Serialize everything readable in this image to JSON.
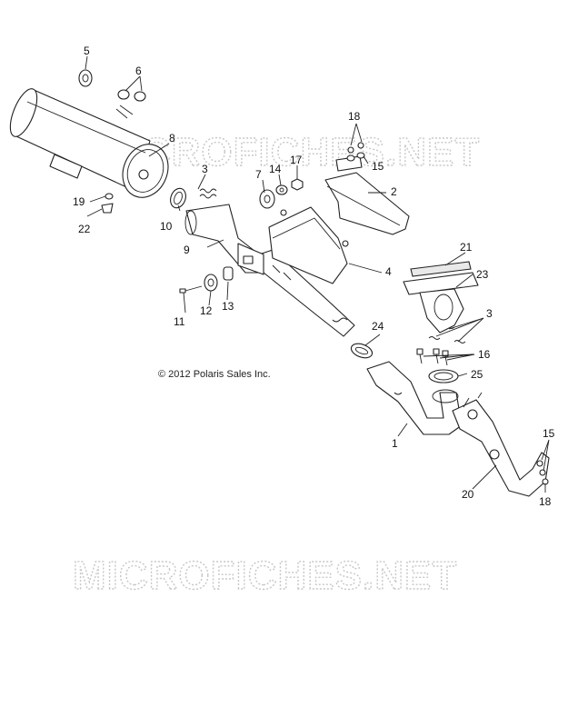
{
  "watermark": {
    "text": "MICROFICHES.NET"
  },
  "copyright": "© 2012 Polaris Sales Inc.",
  "callouts": {
    "c1": "1",
    "c2": "2",
    "c3a": "3",
    "c3b": "3",
    "c4": "4",
    "c5": "5",
    "c6": "6",
    "c7": "7",
    "c8": "8",
    "c9": "9",
    "c10": "10",
    "c11": "11",
    "c12": "12",
    "c13": "13",
    "c14": "14",
    "c15a": "15",
    "c15b": "15",
    "c16": "16",
    "c17": "17",
    "c18a": "18",
    "c18b": "18",
    "c19": "19",
    "c20": "20",
    "c21": "21",
    "c22": "22",
    "c23": "23",
    "c24": "24",
    "c25": "25"
  },
  "colors": {
    "line": "#222222",
    "watermark": "#c7c7c7",
    "background": "#ffffff"
  }
}
